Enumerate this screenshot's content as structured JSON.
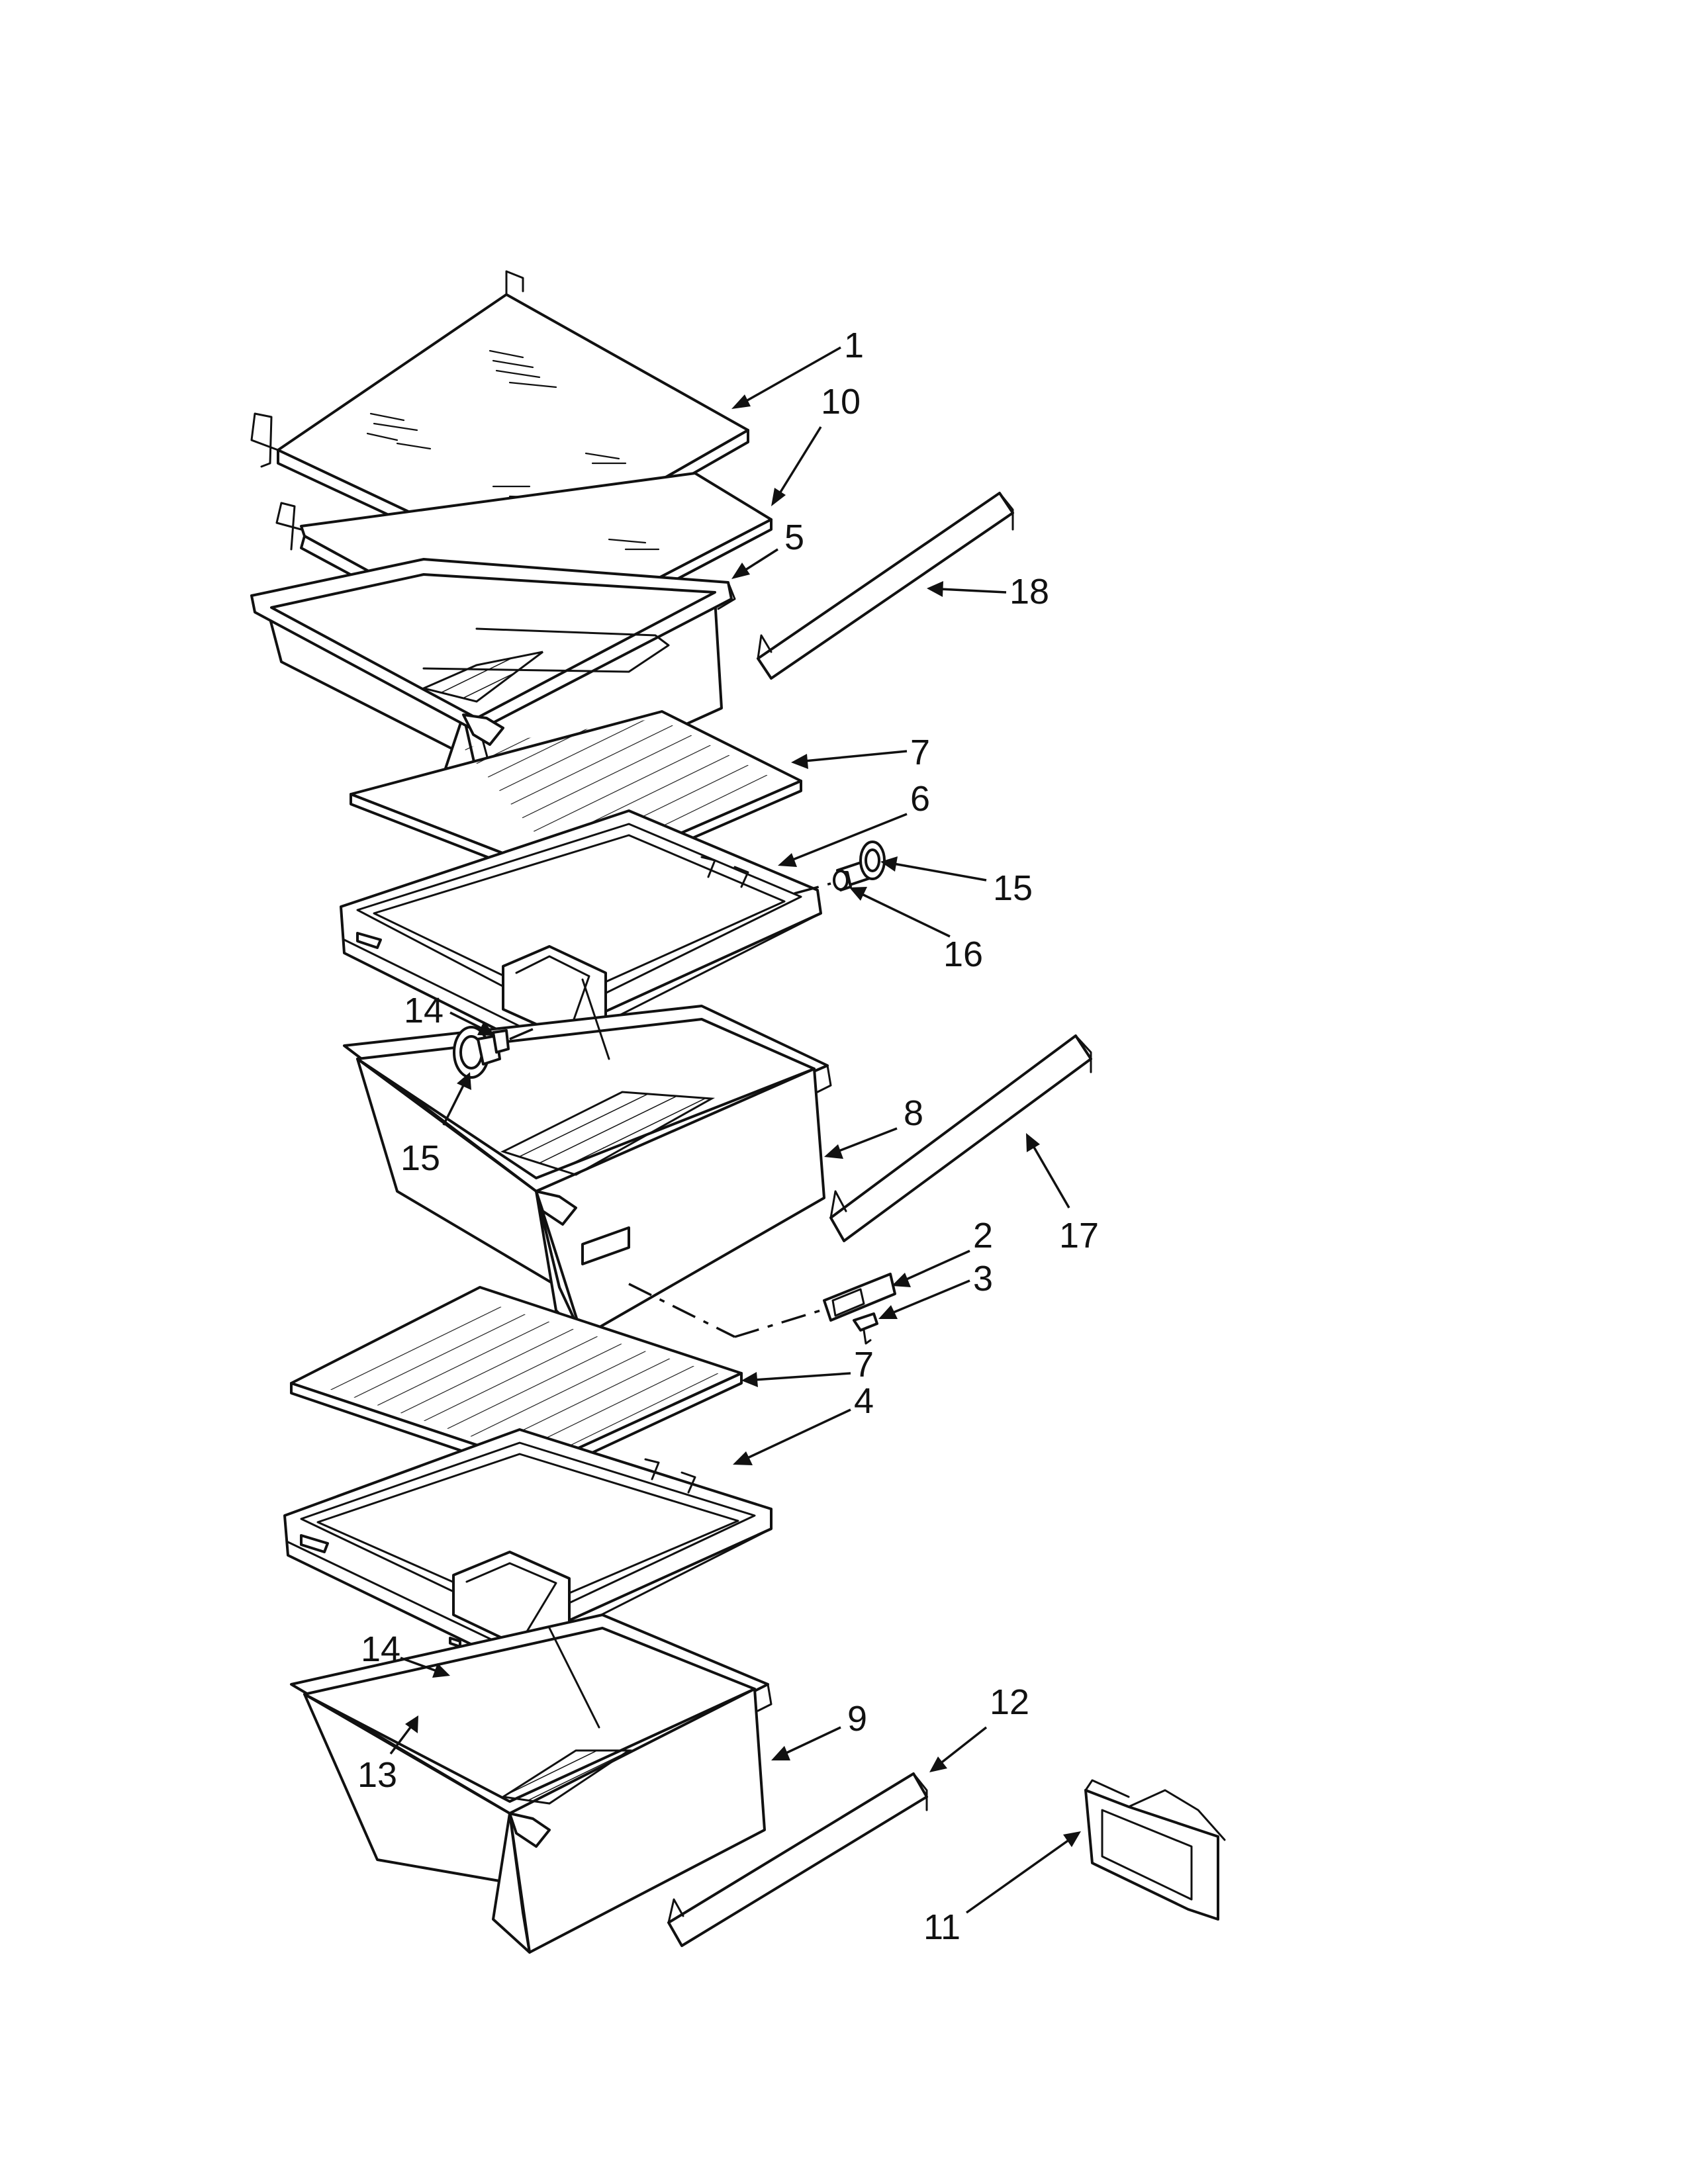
{
  "diagram": {
    "callouts": [
      {
        "id": "c1",
        "label": "1"
      },
      {
        "id": "c10",
        "label": "10"
      },
      {
        "id": "c5",
        "label": "5"
      },
      {
        "id": "c18",
        "label": "18"
      },
      {
        "id": "c7a",
        "label": "7"
      },
      {
        "id": "c6",
        "label": "6"
      },
      {
        "id": "c15a",
        "label": "15"
      },
      {
        "id": "c16",
        "label": "16"
      },
      {
        "id": "c14a",
        "label": "14"
      },
      {
        "id": "c15b",
        "label": "15"
      },
      {
        "id": "c8",
        "label": "8"
      },
      {
        "id": "c17",
        "label": "17"
      },
      {
        "id": "c2",
        "label": "2"
      },
      {
        "id": "c3",
        "label": "3"
      },
      {
        "id": "c7b",
        "label": "7"
      },
      {
        "id": "c4",
        "label": "4"
      },
      {
        "id": "c14b",
        "label": "14"
      },
      {
        "id": "c13",
        "label": "13"
      },
      {
        "id": "c9",
        "label": "9"
      },
      {
        "id": "c12",
        "label": "12"
      },
      {
        "id": "c11",
        "label": "11"
      }
    ]
  }
}
